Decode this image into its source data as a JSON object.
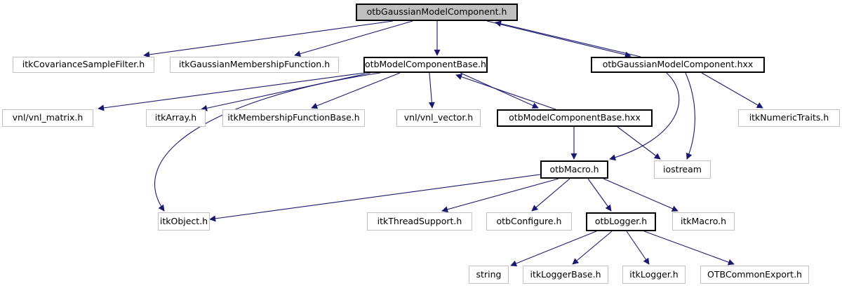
{
  "diagram": {
    "kind": "doxygen-include-dependency-graph",
    "root": "otbGaussianModelComponent.h",
    "colors": {
      "edge": "#191970",
      "root_node_fill": "#bfbfbf",
      "linked_node_border": "#000000",
      "plain_node_border": "#c2c2c2",
      "node_fill": "#ffffff",
      "text": "#000000"
    }
  },
  "nodes": [
    {
      "label": "otbGaussianModelComponent.h",
      "style": "main"
    },
    {
      "label": "itkCovarianceSampleFilter.h",
      "style": "plain"
    },
    {
      "label": "itkGaussianMembershipFunction.h",
      "style": "plain"
    },
    {
      "label": "otbModelComponentBase.h",
      "style": "linked"
    },
    {
      "label": "otbGaussianModelComponent.hxx",
      "style": "linked"
    },
    {
      "label": "vnl/vnl_matrix.h",
      "style": "plain"
    },
    {
      "label": "itkArray.h",
      "style": "plain"
    },
    {
      "label": "itkMembershipFunctionBase.h",
      "style": "plain"
    },
    {
      "label": "vnl/vnl_vector.h",
      "style": "plain"
    },
    {
      "label": "otbModelComponentBase.hxx",
      "style": "linked"
    },
    {
      "label": "itkNumericTraits.h",
      "style": "plain"
    },
    {
      "label": "otbMacro.h",
      "style": "linked"
    },
    {
      "label": "iostream",
      "style": "plain"
    },
    {
      "label": "itkObject.h",
      "style": "plain"
    },
    {
      "label": "itkThreadSupport.h",
      "style": "plain"
    },
    {
      "label": "otbConfigure.h",
      "style": "plain"
    },
    {
      "label": "otbLogger.h",
      "style": "linked"
    },
    {
      "label": "itkMacro.h",
      "style": "plain"
    },
    {
      "label": "string",
      "style": "plain"
    },
    {
      "label": "itkLoggerBase.h",
      "style": "plain"
    },
    {
      "label": "itkLogger.h",
      "style": "plain"
    },
    {
      "label": "OTBCommonExport.h",
      "style": "plain"
    }
  ],
  "edges": [
    {
      "from": "otbGaussianModelComponent.h",
      "to": "itkCovarianceSampleFilter.h"
    },
    {
      "from": "otbGaussianModelComponent.h",
      "to": "itkGaussianMembershipFunction.h"
    },
    {
      "from": "otbGaussianModelComponent.h",
      "to": "otbModelComponentBase.h"
    },
    {
      "from": "otbGaussianModelComponent.h",
      "to": "otbGaussianModelComponent.hxx"
    },
    {
      "from": "otbGaussianModelComponent.hxx",
      "to": "otbGaussianModelComponent.h"
    },
    {
      "from": "otbModelComponentBase.h",
      "to": "vnl/vnl_matrix.h"
    },
    {
      "from": "otbModelComponentBase.h",
      "to": "itkArray.h"
    },
    {
      "from": "otbModelComponentBase.h",
      "to": "itkMembershipFunctionBase.h"
    },
    {
      "from": "otbModelComponentBase.h",
      "to": "vnl/vnl_vector.h"
    },
    {
      "from": "otbModelComponentBase.h",
      "to": "otbModelComponentBase.hxx"
    },
    {
      "from": "otbModelComponentBase.h",
      "to": "itkObject.h"
    },
    {
      "from": "otbModelComponentBase.hxx",
      "to": "otbModelComponentBase.h"
    },
    {
      "from": "otbModelComponentBase.hxx",
      "to": "otbMacro.h"
    },
    {
      "from": "otbModelComponentBase.hxx",
      "to": "iostream"
    },
    {
      "from": "otbGaussianModelComponent.hxx",
      "to": "itkNumericTraits.h"
    },
    {
      "from": "otbGaussianModelComponent.hxx",
      "to": "otbMacro.h"
    },
    {
      "from": "otbGaussianModelComponent.hxx",
      "to": "iostream"
    },
    {
      "from": "otbMacro.h",
      "to": "itkObject.h"
    },
    {
      "from": "otbMacro.h",
      "to": "itkThreadSupport.h"
    },
    {
      "from": "otbMacro.h",
      "to": "otbConfigure.h"
    },
    {
      "from": "otbMacro.h",
      "to": "otbLogger.h"
    },
    {
      "from": "otbMacro.h",
      "to": "itkMacro.h"
    },
    {
      "from": "otbLogger.h",
      "to": "string"
    },
    {
      "from": "otbLogger.h",
      "to": "itkLoggerBase.h"
    },
    {
      "from": "otbLogger.h",
      "to": "itkLogger.h"
    },
    {
      "from": "otbLogger.h",
      "to": "OTBCommonExport.h"
    }
  ]
}
